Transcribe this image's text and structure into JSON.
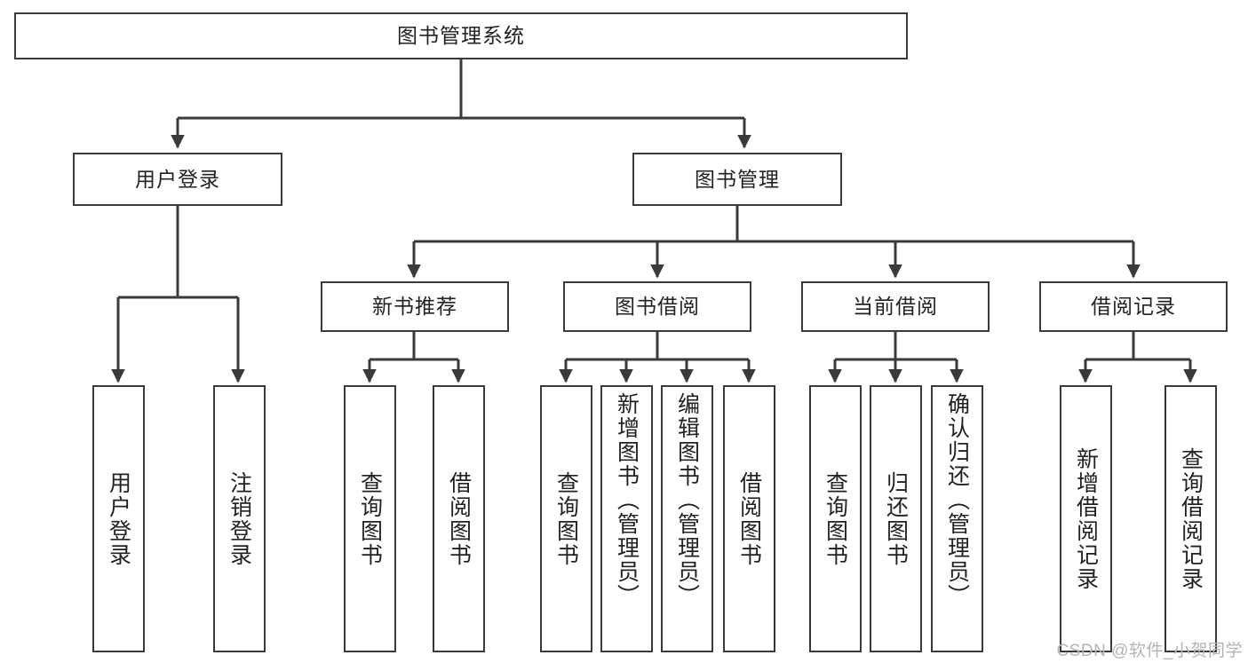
{
  "diagram": {
    "title": "图书管理系统",
    "watermark": "CSDN @软件_小贺同学",
    "colors": {
      "border": "#3a3a3a",
      "background": "#ffffff",
      "text": "#222222",
      "watermark": "#b4b4b4"
    },
    "levels": {
      "root": {
        "label": "图书管理系统"
      },
      "level2": [
        {
          "label": "用户登录"
        },
        {
          "label": "图书管理"
        }
      ],
      "level3": [
        {
          "label": "新书推荐"
        },
        {
          "label": "图书借阅"
        },
        {
          "label": "当前借阅"
        },
        {
          "label": "借阅记录"
        }
      ],
      "leaves": [
        {
          "label": "用户登录",
          "parent": "用户登录"
        },
        {
          "label": "注销登录",
          "parent": "用户登录"
        },
        {
          "label": "查询图书",
          "parent": "新书推荐"
        },
        {
          "label": "借阅图书",
          "parent": "新书推荐"
        },
        {
          "label": "查询图书",
          "parent": "图书借阅"
        },
        {
          "label": "新增图书（管理员）",
          "parent": "图书借阅"
        },
        {
          "label": "编辑图书（管理员）",
          "parent": "图书借阅"
        },
        {
          "label": "借阅图书",
          "parent": "图书借阅"
        },
        {
          "label": "查询图书",
          "parent": "当前借阅"
        },
        {
          "label": "归还图书",
          "parent": "当前借阅"
        },
        {
          "label": "确认归还（管理员）",
          "parent": "当前借阅"
        },
        {
          "label": "新增借阅记录",
          "parent": "借阅记录"
        },
        {
          "label": "查询借阅记录",
          "parent": "借阅记录"
        }
      ]
    }
  }
}
